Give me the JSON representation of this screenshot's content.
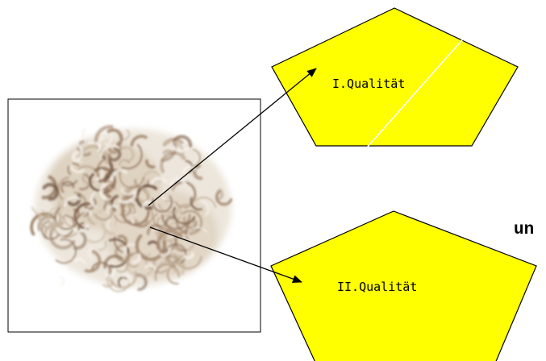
{
  "diagram": {
    "shapes": [
      {
        "id": "quality-1",
        "label": "I.Qualität",
        "fill": "#ffff00"
      },
      {
        "id": "quality-2",
        "label": "II.Qualität",
        "fill": "#ffff00"
      }
    ],
    "edges": [
      {
        "from": "sample",
        "to": "quality-1"
      },
      {
        "from": "sample",
        "to": "quality-2"
      }
    ],
    "partial_text": "un",
    "colors": {
      "pentagon_fill": "#ffff00",
      "stroke": "#000000",
      "background": "#ffffff"
    },
    "image": {
      "type": "illustration",
      "subject": "wool-sample-icon"
    }
  }
}
